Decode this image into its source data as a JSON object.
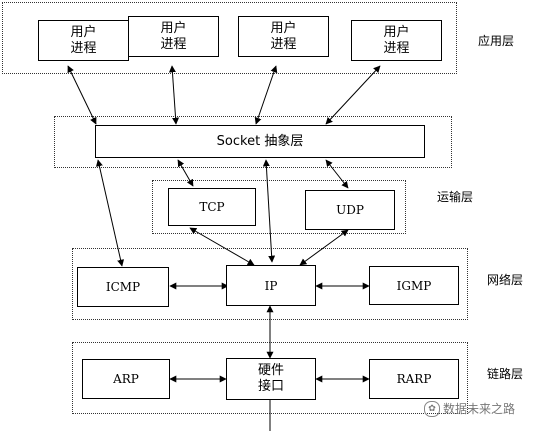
{
  "layers": {
    "application": "应用层",
    "transport": "运输层",
    "network": "网络层",
    "link": "链路层"
  },
  "processes": [
    "用户\n进程",
    "用户\n进程",
    "用户\n进程",
    "用户\n进程"
  ],
  "socket_layer": "Socket 抽象层",
  "transport_protocols": {
    "tcp": "TCP",
    "udp": "UDP"
  },
  "network_protocols": {
    "icmp": "ICMP",
    "ip": "IP",
    "igmp": "IGMP"
  },
  "link_protocols": {
    "arp": "ARP",
    "hardware": "硬件\n接口",
    "rarp": "RARP"
  },
  "watermark": "数据未来之路"
}
